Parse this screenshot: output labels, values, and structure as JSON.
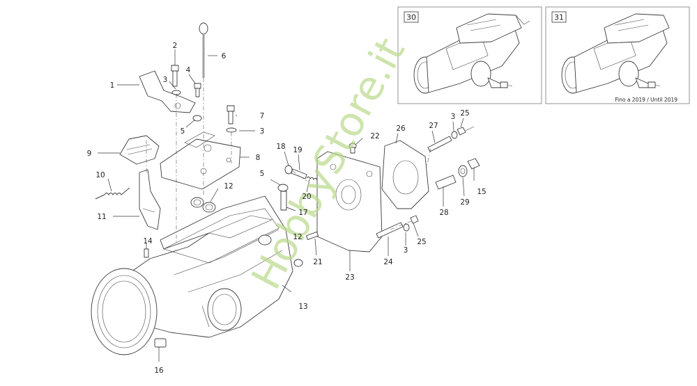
{
  "watermark": "HobbyStore.it",
  "callouts": [
    "1",
    "2",
    "3",
    "4",
    "5",
    "6",
    "7",
    "3",
    "8",
    "9",
    "5",
    "10",
    "11",
    "12",
    "12",
    "13",
    "14",
    "15",
    "16",
    "17",
    "18",
    "19",
    "20",
    "21",
    "22",
    "23",
    "24",
    "3",
    "25",
    "26",
    "27",
    "3",
    "25",
    "28",
    "29"
  ],
  "insets": [
    {
      "number": "30",
      "note": ""
    },
    {
      "number": "31",
      "note": "Fino a 2019 / Until 2019"
    }
  ]
}
